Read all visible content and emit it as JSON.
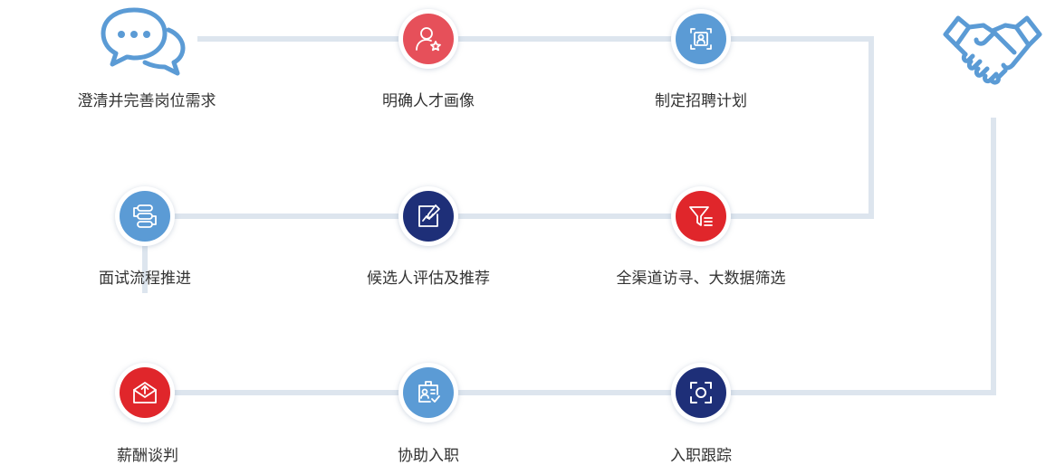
{
  "colors": {
    "connector": "#dde5ee",
    "red": "#e0262b",
    "coral": "#e6505a",
    "navy": "#1e2f78",
    "blue": "#5b9bd5",
    "outline_icon": "#5b9bd5"
  },
  "steps": [
    {
      "label": "澄清并完善岗位需求",
      "icon": "chat-bubbles-icon",
      "color": "outline"
    },
    {
      "label": "明确人才画像",
      "icon": "user-star-icon",
      "color": "coral"
    },
    {
      "label": "制定招聘计划",
      "icon": "id-badge-icon",
      "color": "blue"
    },
    {
      "label": "全渠道访寻、大数据筛选",
      "icon": "filter-icon",
      "color": "red"
    },
    {
      "label": "候选人评估及推荐",
      "icon": "edit-chart-icon",
      "color": "navy"
    },
    {
      "label": "面试流程推进",
      "icon": "process-flow-icon",
      "color": "blue"
    },
    {
      "label": "薪酬谈判",
      "icon": "envelope-upload-icon",
      "color": "red"
    },
    {
      "label": "协助入职",
      "icon": "id-card-check-icon",
      "color": "blue"
    },
    {
      "label": "入职跟踪",
      "icon": "scan-focus-icon",
      "color": "navy"
    },
    {
      "label": "",
      "icon": "handshake-icon",
      "color": "outline"
    }
  ]
}
